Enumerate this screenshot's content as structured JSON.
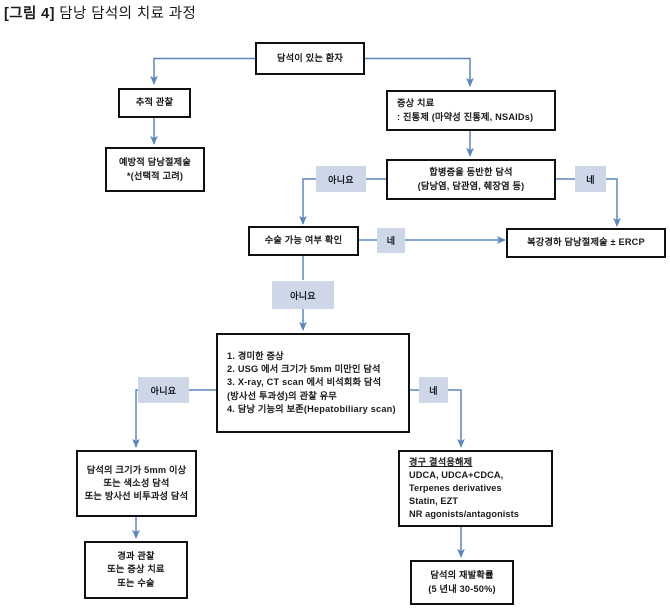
{
  "title": {
    "tag": "[그림 4]",
    "text": "담낭 담석의 치료 과정"
  },
  "colors": {
    "node_border": "#101010",
    "node_fill": "#ffffff",
    "edge": "#5b87bf",
    "label_fill": "#cdd7e8",
    "text": "#1a1a1a"
  },
  "nodes": {
    "patient_with_stones": {
      "lines": [
        "담석이 있는 환자"
      ]
    },
    "observation": {
      "lines": [
        "추적 관찰"
      ]
    },
    "prophylactic_cholecystectomy": {
      "lines": [
        "예방적 담낭절제술",
        "*(선택적 고려)"
      ]
    },
    "symptomatic_treatment": {
      "lines": [
        "증상 치료",
        ": 진통제 (마약성 진통제, NSAIDs)"
      ]
    },
    "complicated_stones": {
      "lines": [
        "합병증을 동반한 담석",
        "(담낭염, 담관염, 췌장염 등)"
      ]
    },
    "operability_check": {
      "lines": [
        "수술 가능 여부 확인"
      ]
    },
    "lap_chole_ercp": {
      "lines": [
        "복강경하 담낭절제술 ± ERCP"
      ]
    },
    "criteria_list": {
      "lines": [
        "1. 경미한 증상",
        "2. USG 에서 크기가 5mm 미만인 담석",
        "3. X-ray, CT scan 에서 비석회화 담석",
        "    (방사선 투과성)의 관찰 유무",
        "4. 담낭 기능의 보존(Hepatobiliary scan)"
      ]
    },
    "stone_gt_5mm": {
      "lines": [
        "담석의 크기가 5mm 이상",
        "또는 색소성 담석",
        "또는 방사선 비투과성 담석"
      ]
    },
    "followup_or_surgery": {
      "lines": [
        "경과 관찰",
        "또는 증상 치료",
        "또는 수술"
      ]
    },
    "oral_dissolution": {
      "heading": "경구 결석용해제",
      "lines": [
        "UDCA, UDCA+CDCA,",
        "Terpenes derivatives",
        "Statin, EZT",
        "NR agonists/antagonists"
      ]
    },
    "recurrence_rate": {
      "lines": [
        "담석의 재발확률",
        "(5 년내 30-50%)"
      ]
    }
  },
  "labels": {
    "no_complications": "아니요",
    "yes_complications": "네",
    "yes_operable": "네",
    "no_operable": "아니요",
    "no_criteria": "아니요",
    "yes_criteria": "네"
  }
}
